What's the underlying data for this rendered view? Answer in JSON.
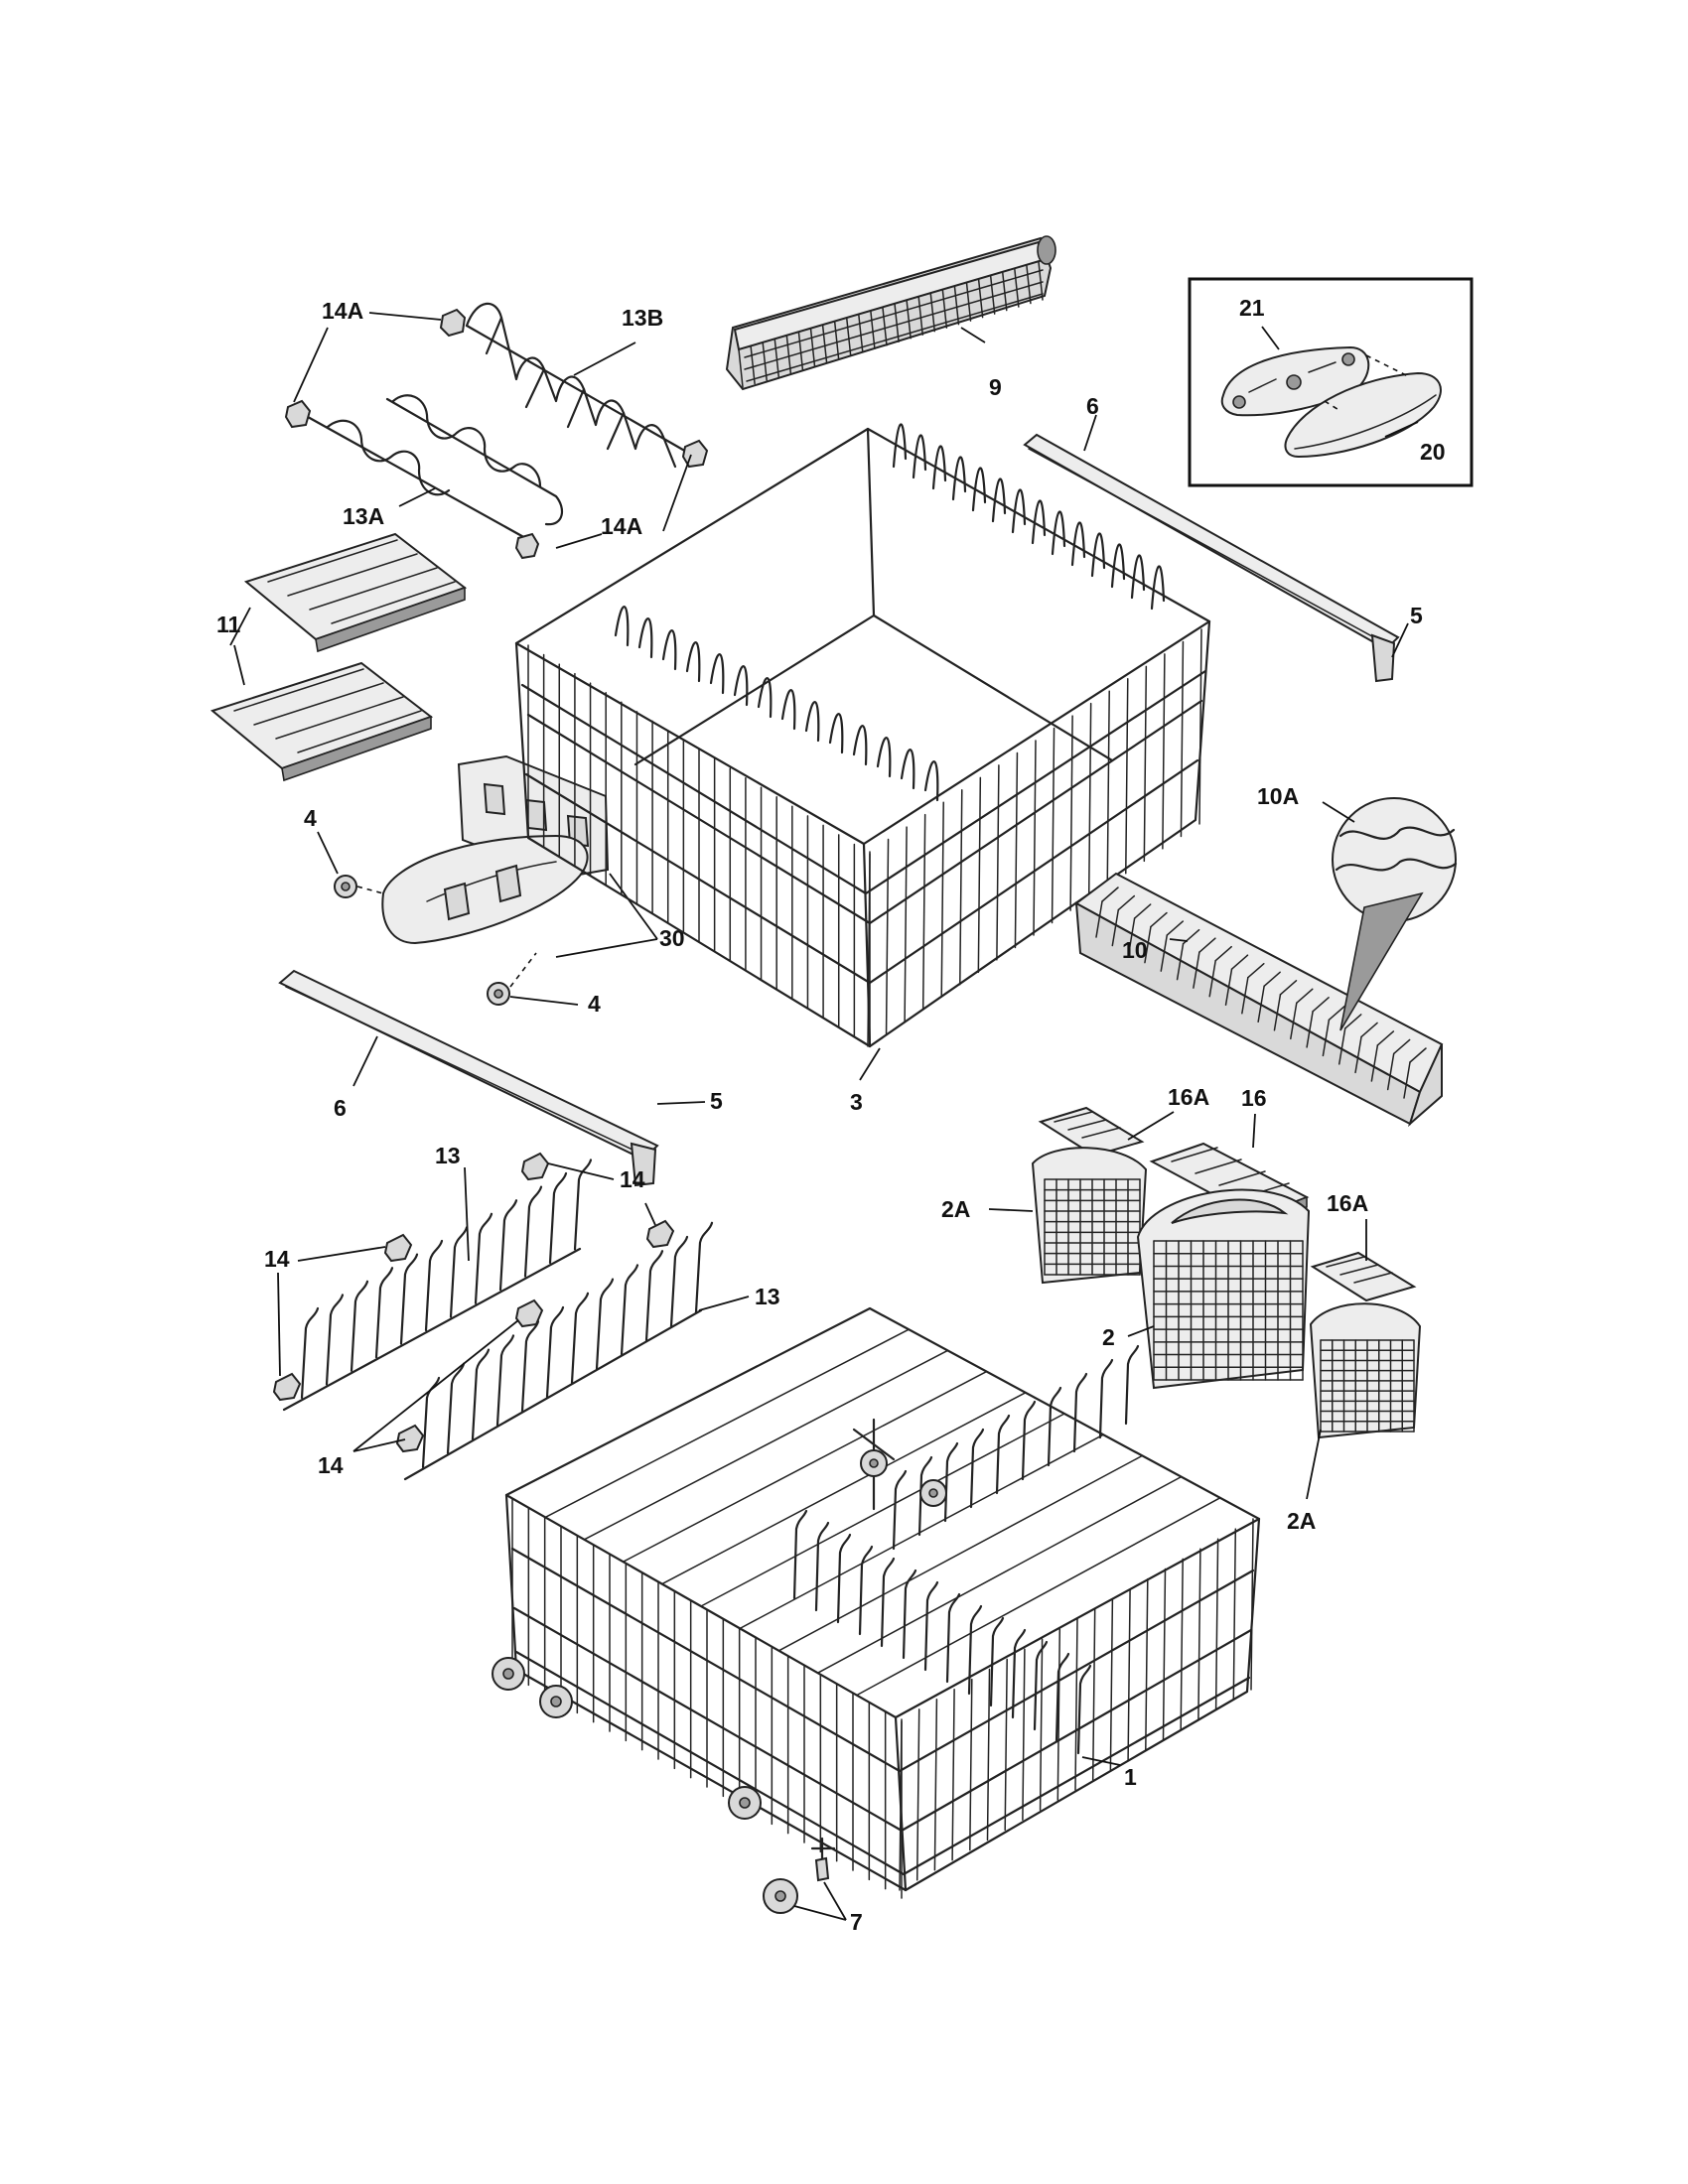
{
  "callouts": {
    "c_14A_top": "14A",
    "c_13B": "13B",
    "c_9": "9",
    "c_21": "21",
    "c_13A": "13A",
    "c_14A_mid": "14A",
    "c_6_top": "6",
    "c_20": "20",
    "c_11": "11",
    "c_5_top": "5",
    "c_10A": "10A",
    "c_4_top": "4",
    "c_30": "30",
    "c_4_bottom": "4",
    "c_10": "10",
    "c_6_bottom": "6",
    "c_3": "3",
    "c_5_bottom": "5",
    "c_16A_left": "16A",
    "c_16": "16",
    "c_13_top": "13",
    "c_14_right": "14",
    "c_16A_right": "16A",
    "c_2A_left": "2A",
    "c_14_left": "14",
    "c_13_right": "13",
    "c_2": "2",
    "c_14_bottom": "14",
    "c_2A_right": "2A",
    "c_1": "1",
    "c_7": "7"
  }
}
